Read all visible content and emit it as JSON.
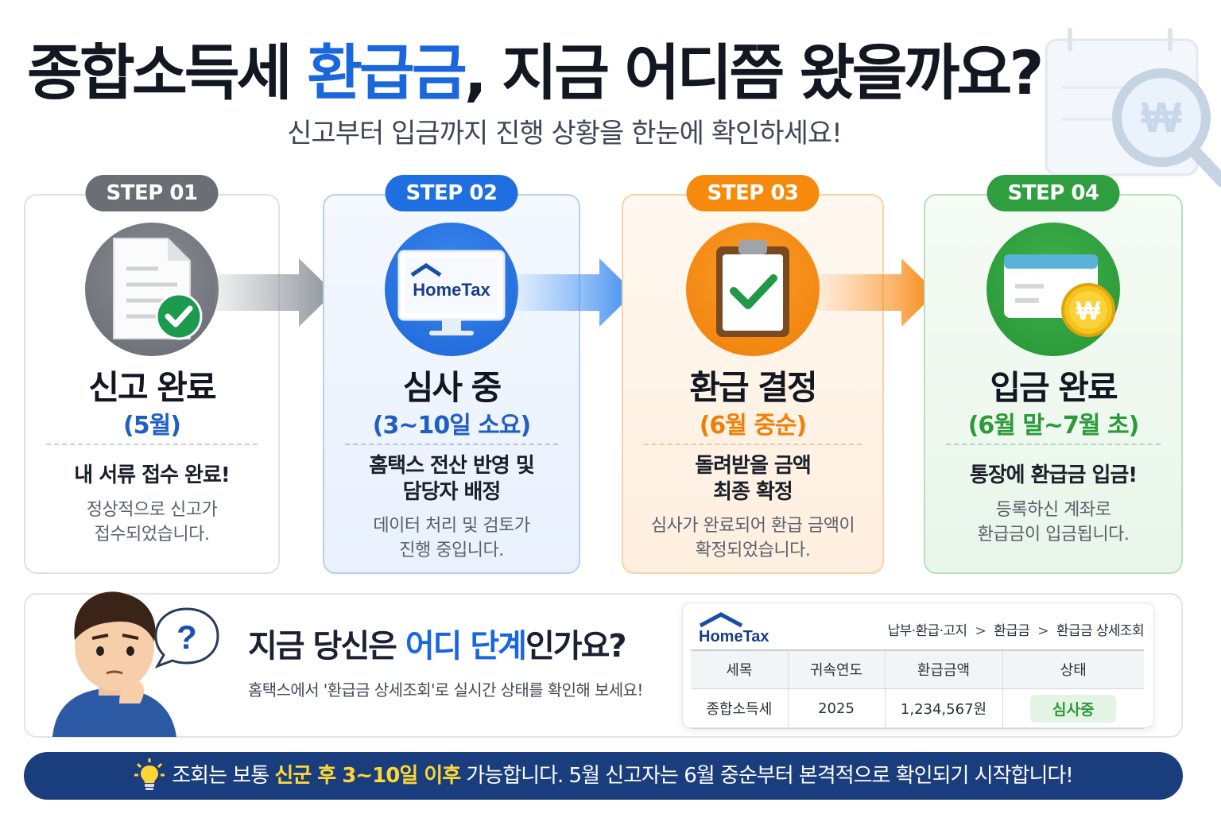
{
  "header": {
    "title_before": "종합소득세 ",
    "title_highlight": "환급금",
    "title_after": ", 지금 어디쯤 왔을까요?",
    "subtitle": "신고부터 입금까지 진행 상황을 한눈에 확인하세요!"
  },
  "steps": [
    {
      "badge": "STEP 01",
      "name": "신고 완료",
      "time": "(5월)",
      "heading": "내 서류 접수 완료!",
      "desc_lines": [
        "정상적으로 신고가",
        "접수되었습니다."
      ],
      "color": "#6b6f75",
      "icon": "document-check-icon"
    },
    {
      "badge": "STEP 02",
      "name": "심사 중",
      "time": "(3~10일 소요)",
      "heading_lines": [
        "홈택스 전산 반영 및",
        "담당자 배정"
      ],
      "desc_lines": [
        "데이터 처리 및 검토가",
        "진행 중입니다."
      ],
      "color": "#1f6fe0",
      "icon": "hometax-monitor-icon",
      "icon_text": "HomeTax"
    },
    {
      "badge": "STEP 03",
      "name": "환급 결정",
      "time": "(6월 중순)",
      "heading_lines": [
        "돌려받을 금액",
        "최종 확정"
      ],
      "desc_lines": [
        "심사가 완료되어 환급 금액이",
        "확정되었습니다."
      ],
      "color": "#f58a0c",
      "icon": "clipboard-check-icon"
    },
    {
      "badge": "STEP 04",
      "name": "입금 완료",
      "time": "(6월 말~7월 초)",
      "heading": "통장에 환급금 입금!",
      "desc_lines": [
        "등록하신 계좌로",
        "환급금이 입금됩니다."
      ],
      "color": "#2e9e3e",
      "icon": "bankcard-coin-icon",
      "icon_text": "₩"
    }
  ],
  "question": {
    "title_before": "지금 당신은 ",
    "title_highlight": "어디 단계",
    "title_after": "인가요?",
    "subtitle": "홈택스에서 '환급금 상세조회'로 실시간 상태를 확인해 보세요!",
    "bubble_text": "?"
  },
  "hometax": {
    "logo": "HomeTax",
    "breadcrumb": [
      "납부·환급·고지",
      "환급금",
      "환급금 상세조회"
    ],
    "breadcrumb_sep": ">",
    "columns": [
      "세목",
      "귀속연도",
      "환급금액",
      "상태"
    ],
    "row": [
      "종합소득세",
      "2025",
      "1,234,567원",
      "심사중"
    ]
  },
  "banner": {
    "before": "조회는 보통 ",
    "highlight": "신군 후 3~10일 이후",
    "after": " 가능합니다. 5월 신고자는 6월 중순부터 본격적으로 확인되기 시작합니다!"
  },
  "decor": {
    "magnifier_symbol": "₩"
  }
}
